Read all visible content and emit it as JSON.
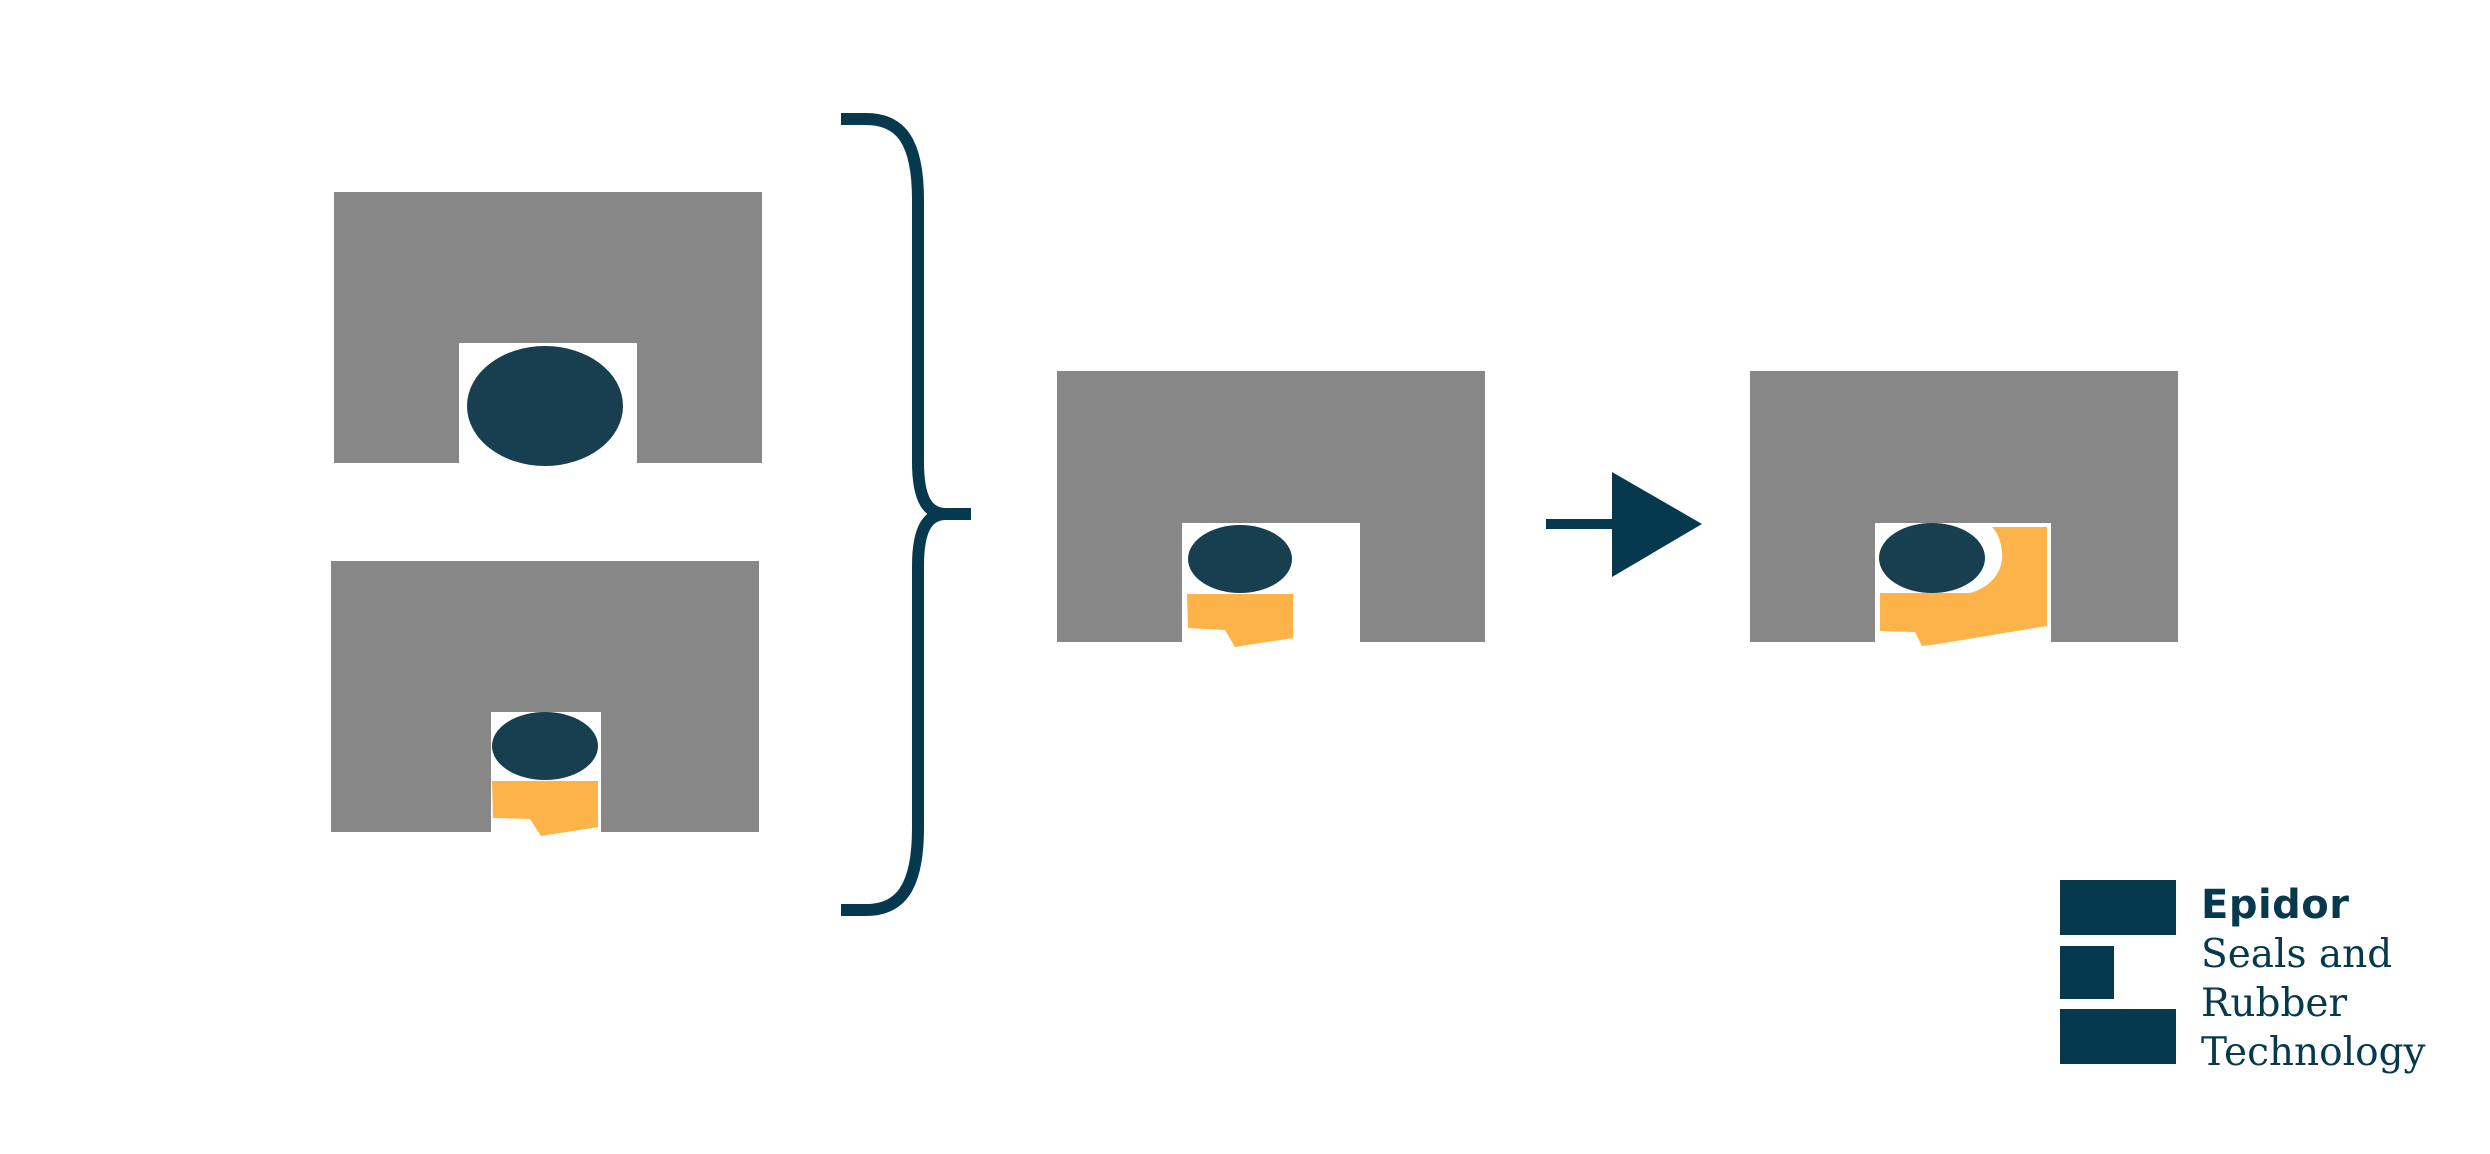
{
  "colors": {
    "housing": "#878787",
    "oring": "#183f50",
    "backup_ring": "#fcb34a",
    "accent": "#06394d",
    "gap": "#ffffff"
  },
  "logo": {
    "brand": "Epidor",
    "tagline_lines": [
      "Seals and",
      "Rubber",
      "Technology"
    ]
  }
}
